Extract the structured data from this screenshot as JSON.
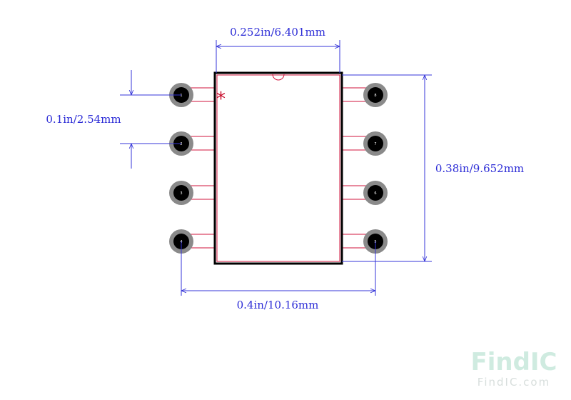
{
  "dimensions": {
    "body_width": "0.252in/6.401mm",
    "pitch": "0.1in/2.54mm",
    "overall_height": "0.38in/9.652mm",
    "row_spacing": "0.4in/10.16mm"
  },
  "pins": {
    "left": [
      "1",
      "2",
      "3",
      "4"
    ],
    "right": [
      "8",
      "7",
      "6",
      "5"
    ]
  },
  "pin1_marker": "*",
  "colors": {
    "dimension_line": "#3535d8",
    "body_outline": "#000000",
    "pad_ring": "#8a8a8a",
    "pad_center": "#000000",
    "lead_outline": "#d2143c",
    "pin1_marker": "#c8102e"
  },
  "watermark": {
    "name": "FindIC",
    "url": "FindIC.com"
  }
}
